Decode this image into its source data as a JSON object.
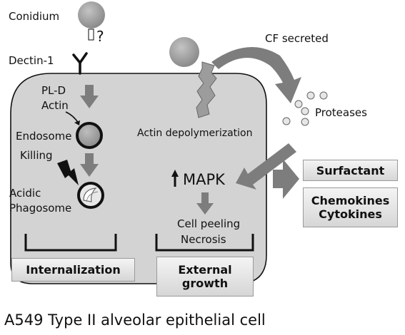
{
  "labels": {
    "conidium": "Conidium",
    "question": "?",
    "dectin": "Dectin-1",
    "cf_secreted": "CF secreted",
    "pld": "PL-D",
    "actin": "Actin",
    "endosome": "Endosome",
    "killing": "Killing",
    "acidic": "Acidic",
    "phagosome": "Phagosome",
    "actin_depoly": "Actin depolymerization",
    "proteases": "Proteases",
    "mapk": "MAPK",
    "cell_peeling": "Cell peeling",
    "necrosis": "Necrosis",
    "caption": "A549 Type II alveolar epithelial cell"
  },
  "boxes": {
    "internalization": "Internalization",
    "external_growth_1": "External",
    "external_growth_2": "growth",
    "surfactant": "Surfactant",
    "chemokines": "Chemokines",
    "cytokines": "Cytokines"
  },
  "colors": {
    "cell_fill": "#d3d3d3",
    "outline": "#111111",
    "arrow_fill": "#7d7d7d",
    "spore": "#9a9a9a"
  }
}
